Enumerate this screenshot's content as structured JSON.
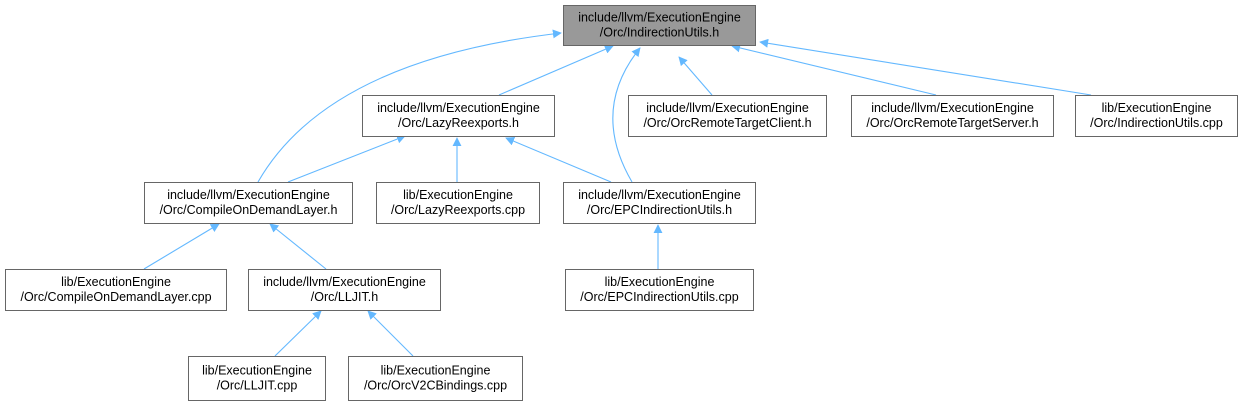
{
  "diagram": {
    "type": "include-dependency-graph",
    "edge_color": "#63b8ff",
    "node_border_color": "#666666",
    "root_fill": "#999999",
    "nodes": [
      {
        "id": "root",
        "lines": [
          "include/llvm/ExecutionEngine",
          "/Orc/IndirectionUtils.h"
        ],
        "root": true
      },
      {
        "id": "lazy_h",
        "lines": [
          "include/llvm/ExecutionEngine",
          "/Orc/LazyReexports.h"
        ]
      },
      {
        "id": "remote_client",
        "lines": [
          "include/llvm/ExecutionEngine",
          "/Orc/OrcRemoteTargetClient.h"
        ]
      },
      {
        "id": "remote_server",
        "lines": [
          "include/llvm/ExecutionEngine",
          "/Orc/OrcRemoteTargetServer.h"
        ]
      },
      {
        "id": "indir_cpp",
        "lines": [
          "lib/ExecutionEngine",
          "/Orc/IndirectionUtils.cpp"
        ]
      },
      {
        "id": "codl_h",
        "lines": [
          "include/llvm/ExecutionEngine",
          "/Orc/CompileOnDemandLayer.h"
        ]
      },
      {
        "id": "lazy_cpp",
        "lines": [
          "lib/ExecutionEngine",
          "/Orc/LazyReexports.cpp"
        ]
      },
      {
        "id": "epc_h",
        "lines": [
          "include/llvm/ExecutionEngine",
          "/Orc/EPCIndirectionUtils.h"
        ]
      },
      {
        "id": "codl_cpp",
        "lines": [
          "lib/ExecutionEngine",
          "/Orc/CompileOnDemandLayer.cpp"
        ]
      },
      {
        "id": "lljit_h",
        "lines": [
          "include/llvm/ExecutionEngine",
          "/Orc/LLJIT.h"
        ]
      },
      {
        "id": "epc_cpp",
        "lines": [
          "lib/ExecutionEngine",
          "/Orc/EPCIndirectionUtils.cpp"
        ]
      },
      {
        "id": "lljit_cpp",
        "lines": [
          "lib/ExecutionEngine",
          "/Orc/LLJIT.cpp"
        ]
      },
      {
        "id": "v2c_cpp",
        "lines": [
          "lib/ExecutionEngine",
          "/Orc/OrcV2CBindings.cpp"
        ]
      }
    ],
    "edges": [
      {
        "from": "lazy_h",
        "to": "root"
      },
      {
        "from": "remote_client",
        "to": "root"
      },
      {
        "from": "remote_server",
        "to": "root"
      },
      {
        "from": "indir_cpp",
        "to": "root"
      },
      {
        "from": "codl_h",
        "to": "root"
      },
      {
        "from": "epc_h",
        "to": "root"
      },
      {
        "from": "codl_h",
        "to": "lazy_h"
      },
      {
        "from": "lazy_cpp",
        "to": "lazy_h"
      },
      {
        "from": "epc_h",
        "to": "lazy_h"
      },
      {
        "from": "codl_cpp",
        "to": "codl_h"
      },
      {
        "from": "lljit_h",
        "to": "codl_h"
      },
      {
        "from": "epc_cpp",
        "to": "epc_h"
      },
      {
        "from": "lljit_cpp",
        "to": "lljit_h"
      },
      {
        "from": "v2c_cpp",
        "to": "lljit_h"
      }
    ]
  }
}
